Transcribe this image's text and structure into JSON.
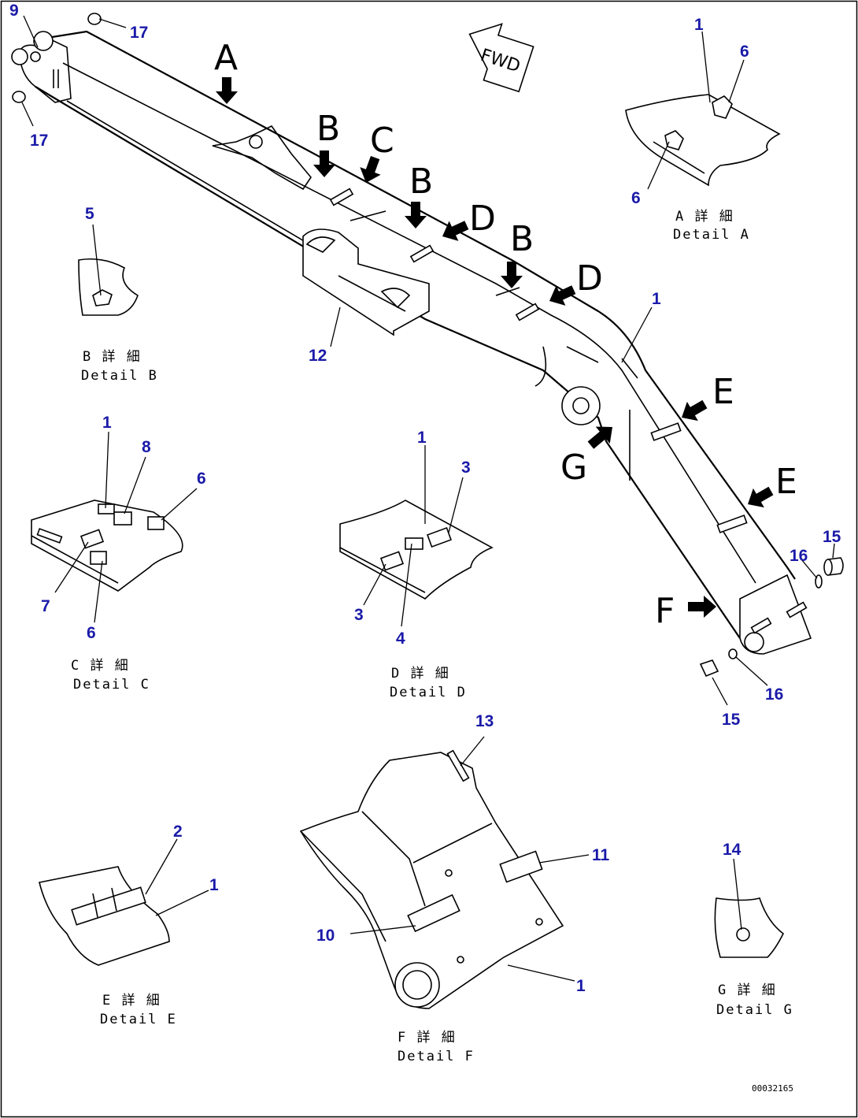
{
  "colors": {
    "callout": "#1a1aa8",
    "line": "#000000",
    "background": "#ffffff"
  },
  "fwd_label": "FWD",
  "doc_number": "00032165",
  "view_letters": {
    "A": "A",
    "B": "B",
    "C": "C",
    "D": "D",
    "E": "E",
    "F": "F",
    "G": "G"
  },
  "details": {
    "A": {
      "jp": "A 詳 細",
      "en": "Detail A"
    },
    "B": {
      "jp": "B 詳 細",
      "en": "Detail B"
    },
    "C": {
      "jp": "C 詳 細",
      "en": "Detail C"
    },
    "D": {
      "jp": "D 詳 細",
      "en": "Detail D"
    },
    "E": {
      "jp": "E 詳 細",
      "en": "Detail E"
    },
    "F": {
      "jp": "F 詳 細",
      "en": "Detail F"
    },
    "G": {
      "jp": "G 詳 細",
      "en": "Detail G"
    }
  },
  "callouts": {
    "c9": "9",
    "c17a": "17",
    "c17b": "17",
    "c1_a": "1",
    "c6_a1": "6",
    "c6_a2": "6",
    "c5_b": "5",
    "c12": "12",
    "c1_main": "1",
    "c1_c": "1",
    "c8": "8",
    "c6_c1": "6",
    "c7": "7",
    "c6_c2": "6",
    "c1_d": "1",
    "c3_d1": "3",
    "c3_d2": "3",
    "c4": "4",
    "c16a": "16",
    "c15a": "15",
    "c15b": "15",
    "c16b": "16",
    "c13": "13",
    "c11": "11",
    "c10": "10",
    "c1_f": "1",
    "c2": "2",
    "c1_e": "1",
    "c14": "14"
  }
}
